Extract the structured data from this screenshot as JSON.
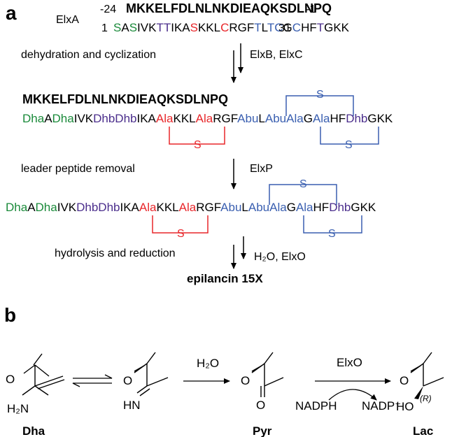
{
  "panel_a": {
    "label": "a",
    "elxa": {
      "name": "ElxA",
      "leader_start": "-24",
      "leader_seq": "MKKELFDLNLNKDIEAQKSDLNPQ",
      "leader_end": "-1",
      "core_start": "1",
      "core_end": "31",
      "core_segments": [
        {
          "text": "S",
          "color": "green"
        },
        {
          "text": "A",
          "color": "black"
        },
        {
          "text": "S",
          "color": "green"
        },
        {
          "text": "IVK",
          "color": "black"
        },
        {
          "text": "TT",
          "color": "purple"
        },
        {
          "text": "IKA",
          "color": "black"
        },
        {
          "text": "S",
          "color": "red"
        },
        {
          "text": "KKL",
          "color": "black"
        },
        {
          "text": "C",
          "color": "red"
        },
        {
          "text": "RGF",
          "color": "black"
        },
        {
          "text": "T",
          "color": "blue"
        },
        {
          "text": "L",
          "color": "black"
        },
        {
          "text": "TC",
          "color": "blue"
        },
        {
          "text": "G",
          "color": "black"
        },
        {
          "text": "C",
          "color": "blue"
        },
        {
          "text": "HF",
          "color": "black"
        },
        {
          "text": "T",
          "color": "purple"
        },
        {
          "text": "GKK",
          "color": "black"
        }
      ]
    },
    "step1": {
      "left": "dehydration and cyclization",
      "right": "ElxB, ElxC"
    },
    "intermediate_leader": "MKKELFDLNLNKDIEAQKSDLNPQ",
    "modified_core_segments": [
      {
        "text": "Dha",
        "color": "green"
      },
      {
        "text": "A",
        "color": "black"
      },
      {
        "text": "Dha",
        "color": "green"
      },
      {
        "text": "IVK",
        "color": "black"
      },
      {
        "text": "DhbDhb",
        "color": "purple"
      },
      {
        "text": "IKA",
        "color": "black"
      },
      {
        "text": "Ala",
        "color": "red"
      },
      {
        "text": "KKL",
        "color": "black"
      },
      {
        "text": "Ala",
        "color": "red"
      },
      {
        "text": "RGF",
        "color": "black"
      },
      {
        "text": "Abu",
        "color": "blue"
      },
      {
        "text": "L",
        "color": "black"
      },
      {
        "text": "AbuAla",
        "color": "blue"
      },
      {
        "text": "G",
        "color": "black"
      },
      {
        "text": "Ala",
        "color": "blue"
      },
      {
        "text": "HF",
        "color": "black"
      },
      {
        "text": "Dhb",
        "color": "purple"
      },
      {
        "text": "GKK",
        "color": "black"
      }
    ],
    "bridge_label": "S",
    "step2": {
      "left": "leader peptide removal",
      "right": "ElxP"
    },
    "step3": {
      "left": "hydrolysis and reduction",
      "right": "H₂O, ElxO"
    },
    "product": "epilancin 15X"
  },
  "panel_b": {
    "label": "b",
    "compounds": {
      "dha": "Dha",
      "pyr": "Pyr",
      "lac": "Lac"
    },
    "atoms": {
      "o": "O",
      "h2n": "H₂N",
      "hn": "HN",
      "ho": "HO",
      "r": "(R)"
    },
    "reagents": {
      "water": "H₂O",
      "enzyme": "ElxO",
      "cofactor_in": "NADPH",
      "cofactor_out": "NADP⁺"
    }
  },
  "colors": {
    "green": "#1a8a3a",
    "purple": "#4b2e8c",
    "red": "#e8262a",
    "blue": "#3a5fb0",
    "black": "#000000"
  }
}
